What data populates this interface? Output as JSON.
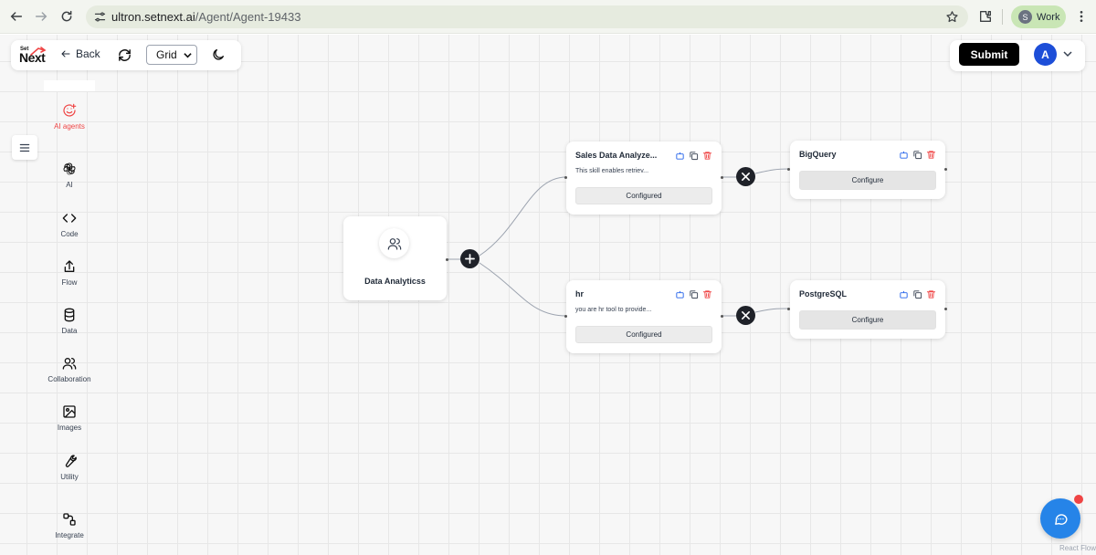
{
  "browser": {
    "url_host": "ultron.setnext.ai",
    "url_path": "/Agent/Agent-19433",
    "profile_initial": "S",
    "profile_label": "Work"
  },
  "toolbar": {
    "logo_small": "Set",
    "logo_main": "Next",
    "back_label": "Back",
    "view_select": "Grid"
  },
  "header": {
    "submit_label": "Submit",
    "user_initial": "A"
  },
  "sidebar": {
    "items": [
      {
        "label": "AI agents",
        "icon": "smile-plus-icon"
      },
      {
        "label": "AI",
        "icon": "openai-icon"
      },
      {
        "label": "Code",
        "icon": "code-icon"
      },
      {
        "label": "Flow",
        "icon": "share-icon"
      },
      {
        "label": "Data",
        "icon": "database-icon"
      },
      {
        "label": "Collaboration",
        "icon": "users-icon"
      },
      {
        "label": "Images",
        "icon": "image-icon"
      },
      {
        "label": "Utility",
        "icon": "wrench-icon"
      },
      {
        "label": "Integrate",
        "icon": "integrate-icon"
      }
    ]
  },
  "flow": {
    "root": {
      "label": "Data Analyticss"
    },
    "tools": [
      {
        "title": "Sales Data Analyze...",
        "description": "This skill enables retriev...",
        "status": "Configured"
      },
      {
        "title": "hr",
        "description": "you are hr tool to provide...",
        "status": "Configured"
      }
    ],
    "datasources": [
      {
        "title": "BigQuery",
        "action": "Configure"
      },
      {
        "title": "PostgreSQL",
        "action": "Configure"
      }
    ]
  },
  "footer": {
    "attribution": "React Flow"
  },
  "colors": {
    "accent": "#2684e8",
    "delete": "#ef4444",
    "action_blue": "#2563eb",
    "dark": "#1f2229"
  }
}
